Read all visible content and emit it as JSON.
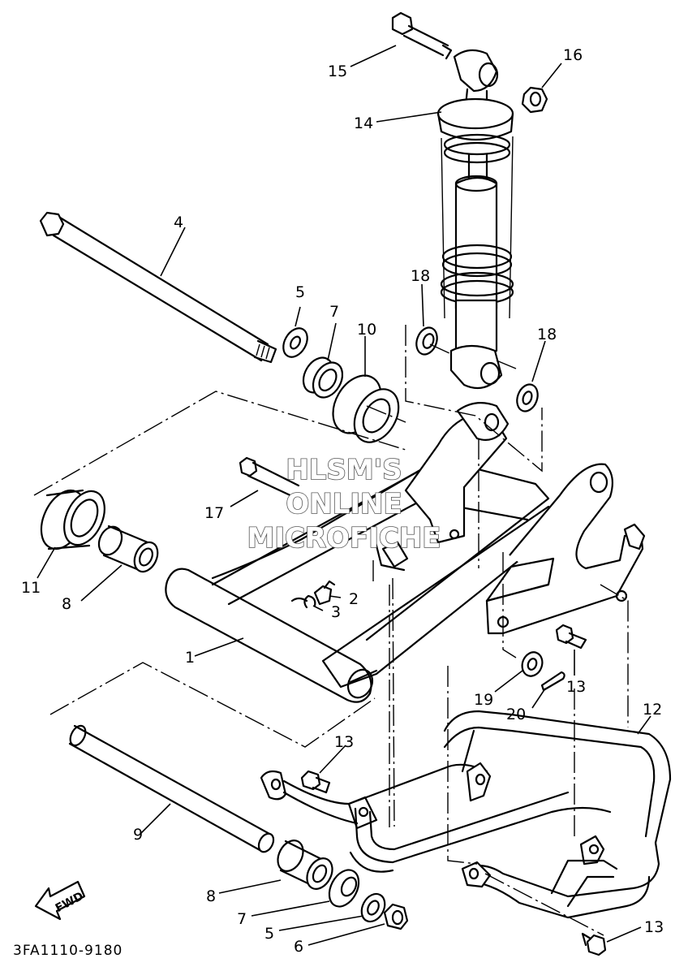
{
  "labels": {
    "l1": "1",
    "l2": "2",
    "l3": "3",
    "l4": "4",
    "l5a": "5",
    "l5b": "5",
    "l6": "6",
    "l7a": "7",
    "l7b": "7",
    "l8a": "8",
    "l8b": "8",
    "l9": "9",
    "l10": "10",
    "l11": "11",
    "l12": "12",
    "l13a": "13",
    "l13b": "13",
    "l13c": "13",
    "l14": "14",
    "l15": "15",
    "l16": "16",
    "l17": "17",
    "l18a": "18",
    "l18b": "18",
    "l19": "19",
    "l20": "20"
  },
  "watermark": {
    "line1": "HLSM'S",
    "line2": "ONLINE",
    "line3": "MICROFICHE"
  },
  "fwd_label": "FWD",
  "diagram_code": "3FA1110-9180"
}
